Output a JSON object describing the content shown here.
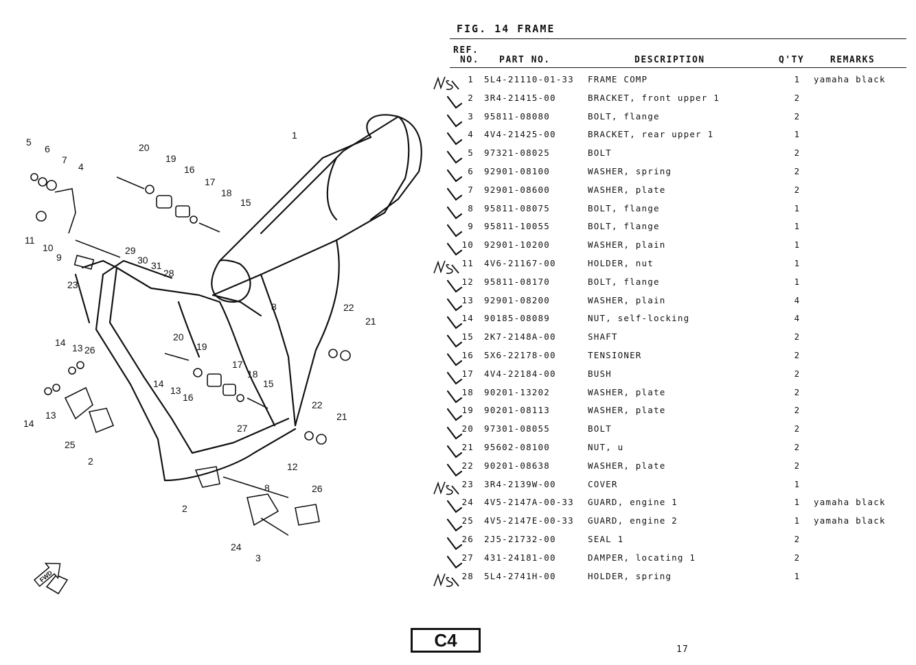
{
  "figure": {
    "title": "FIG. 14  FRAME"
  },
  "table": {
    "headers": {
      "ref_line1": "REF.",
      "ref_line2": "NO.",
      "part_no": "PART NO.",
      "description": "DESCRIPTION",
      "qty": "Q'TY",
      "remarks": "REMARKS"
    },
    "rows": [
      {
        "ref": "1",
        "part": "5L4-21110-01-33",
        "desc": "FRAME COMP",
        "qty": "1",
        "remarks": "yamaha black",
        "mark": "N/S"
      },
      {
        "ref": "2",
        "part": "3R4-21415-00",
        "desc": "BRACKET, front upper 1",
        "qty": "2",
        "remarks": "",
        "mark": "check"
      },
      {
        "ref": "3",
        "part": "95811-08080",
        "desc": "BOLT, flange",
        "qty": "2",
        "remarks": "",
        "mark": "check"
      },
      {
        "ref": "4",
        "part": "4V4-21425-00",
        "desc": "BRACKET, rear upper 1",
        "qty": "1",
        "remarks": "",
        "mark": "check"
      },
      {
        "ref": "5",
        "part": "97321-08025",
        "desc": "BOLT",
        "qty": "2",
        "remarks": "",
        "mark": "check"
      },
      {
        "ref": "6",
        "part": "92901-08100",
        "desc": "WASHER, spring",
        "qty": "2",
        "remarks": "",
        "mark": "check"
      },
      {
        "ref": "7",
        "part": "92901-08600",
        "desc": "WASHER, plate",
        "qty": "2",
        "remarks": "",
        "mark": "check"
      },
      {
        "ref": "8",
        "part": "95811-08075",
        "desc": "BOLT, flange",
        "qty": "1",
        "remarks": "",
        "mark": "check"
      },
      {
        "ref": "9",
        "part": "95811-10055",
        "desc": "BOLT, flange",
        "qty": "1",
        "remarks": "",
        "mark": "check"
      },
      {
        "ref": "10",
        "part": "92901-10200",
        "desc": "WASHER, plain",
        "qty": "1",
        "remarks": "",
        "mark": "check"
      },
      {
        "ref": "11",
        "part": "4V6-21167-00",
        "desc": "HOLDER, nut",
        "qty": "1",
        "remarks": "",
        "mark": "N/S"
      },
      {
        "ref": "12",
        "part": "95811-08170",
        "desc": "BOLT, flange",
        "qty": "1",
        "remarks": "",
        "mark": "check"
      },
      {
        "ref": "13",
        "part": "92901-08200",
        "desc": "WASHER, plain",
        "qty": "4",
        "remarks": "",
        "mark": "check"
      },
      {
        "ref": "14",
        "part": "90185-08089",
        "desc": "NUT, self-locking",
        "qty": "4",
        "remarks": "",
        "mark": "check"
      },
      {
        "ref": "15",
        "part": "2K7-2148A-00",
        "desc": "SHAFT",
        "qty": "2",
        "remarks": "",
        "mark": "check"
      },
      {
        "ref": "16",
        "part": "5X6-22178-00",
        "desc": "TENSIONER",
        "qty": "2",
        "remarks": "",
        "mark": "check"
      },
      {
        "ref": "17",
        "part": "4V4-22184-00",
        "desc": "BUSH",
        "qty": "2",
        "remarks": "",
        "mark": "check"
      },
      {
        "ref": "18",
        "part": "90201-13202",
        "desc": "WASHER, plate",
        "qty": "2",
        "remarks": "",
        "mark": "check"
      },
      {
        "ref": "19",
        "part": "90201-08113",
        "desc": "WASHER, plate",
        "qty": "2",
        "remarks": "",
        "mark": "check"
      },
      {
        "ref": "20",
        "part": "97301-08055",
        "desc": "BOLT",
        "qty": "2",
        "remarks": "",
        "mark": "check"
      },
      {
        "ref": "21",
        "part": "95602-08100",
        "desc": "NUT, u",
        "qty": "2",
        "remarks": "",
        "mark": "check"
      },
      {
        "ref": "22",
        "part": "90201-08638",
        "desc": "WASHER, plate",
        "qty": "2",
        "remarks": "",
        "mark": "check"
      },
      {
        "ref": "23",
        "part": "3R4-2139W-00",
        "desc": "COVER",
        "qty": "1",
        "remarks": "",
        "mark": "N/S"
      },
      {
        "ref": "24",
        "part": "4V5-2147A-00-33",
        "desc": "GUARD, engine 1",
        "qty": "1",
        "remarks": "yamaha black",
        "mark": "check"
      },
      {
        "ref": "25",
        "part": "4V5-2147E-00-33",
        "desc": "GUARD, engine 2",
        "qty": "1",
        "remarks": "yamaha black",
        "mark": "check"
      },
      {
        "ref": "26",
        "part": "2J5-21732-00",
        "desc": "SEAL 1",
        "qty": "2",
        "remarks": "",
        "mark": "check"
      },
      {
        "ref": "27",
        "part": "431-24181-00",
        "desc": "DAMPER, locating 1",
        "qty": "2",
        "remarks": "",
        "mark": "check"
      },
      {
        "ref": "28",
        "part": "5L4-2741H-00",
        "desc": "HOLDER, spring",
        "qty": "1",
        "remarks": "",
        "mark": "N/S"
      }
    ]
  },
  "diagram": {
    "fwd_label": "FWD",
    "callouts": [
      "1",
      "2",
      "2",
      "3",
      "4",
      "5",
      "6",
      "7",
      "8",
      "8",
      "9",
      "10",
      "11",
      "12",
      "13",
      "13",
      "13",
      "14",
      "14",
      "14",
      "15",
      "15",
      "16",
      "16",
      "17",
      "17",
      "18",
      "18",
      "19",
      "19",
      "20",
      "20",
      "21",
      "21",
      "22",
      "22",
      "23",
      "24",
      "25",
      "26",
      "26",
      "27",
      "28",
      "29",
      "30",
      "31"
    ]
  },
  "footer": {
    "page_code": "C4",
    "page_number": "17"
  }
}
